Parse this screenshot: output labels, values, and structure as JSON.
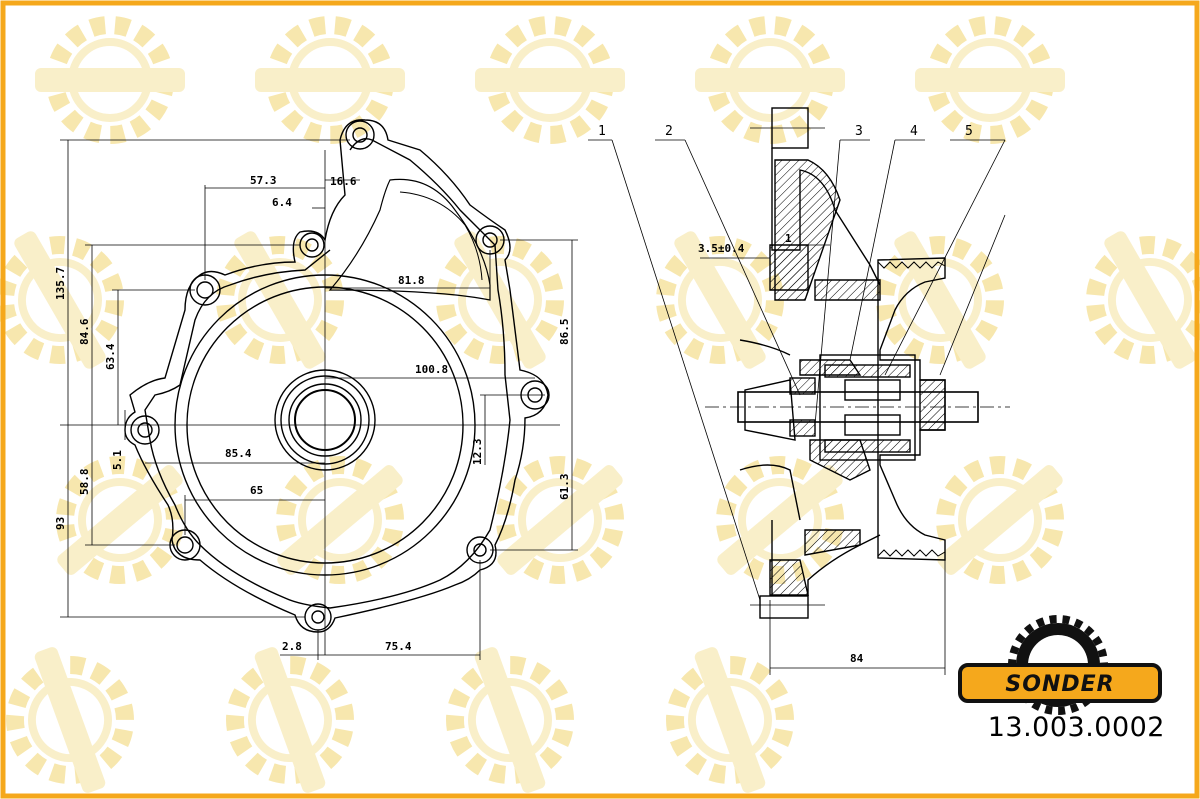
{
  "colors": {
    "border": "#f5a81c",
    "watermark": "#f7e6a6",
    "logo_bg": "#f5a81c",
    "line": "#000000"
  },
  "front_view": {
    "dims": {
      "d57_3": "57.3",
      "d16_6": "16.6",
      "d6_4": "6.4",
      "d135_7": "135.7",
      "d84_6": "84.6",
      "d63_4": "63.4",
      "d81_8": "81.8",
      "d86_5": "86.5",
      "d100_8": "100.8",
      "d12_3": "12.3",
      "d85_4": "85.4",
      "d5_1": "5.1",
      "d58_8": "58.8",
      "d65": "65",
      "d61_3": "61.3",
      "d93": "93",
      "d2_8": "2.8",
      "d75_4": "75.4"
    }
  },
  "side_view": {
    "callouts": [
      "1",
      "2",
      "3",
      "4",
      "5"
    ],
    "dims": {
      "d3_5": "3.5±0.4",
      "d1": "1",
      "d84": "84"
    }
  },
  "brand": {
    "logo_text": "SONDER",
    "part_number": "13.003.0002",
    "logo_icon": "gear-icon"
  }
}
